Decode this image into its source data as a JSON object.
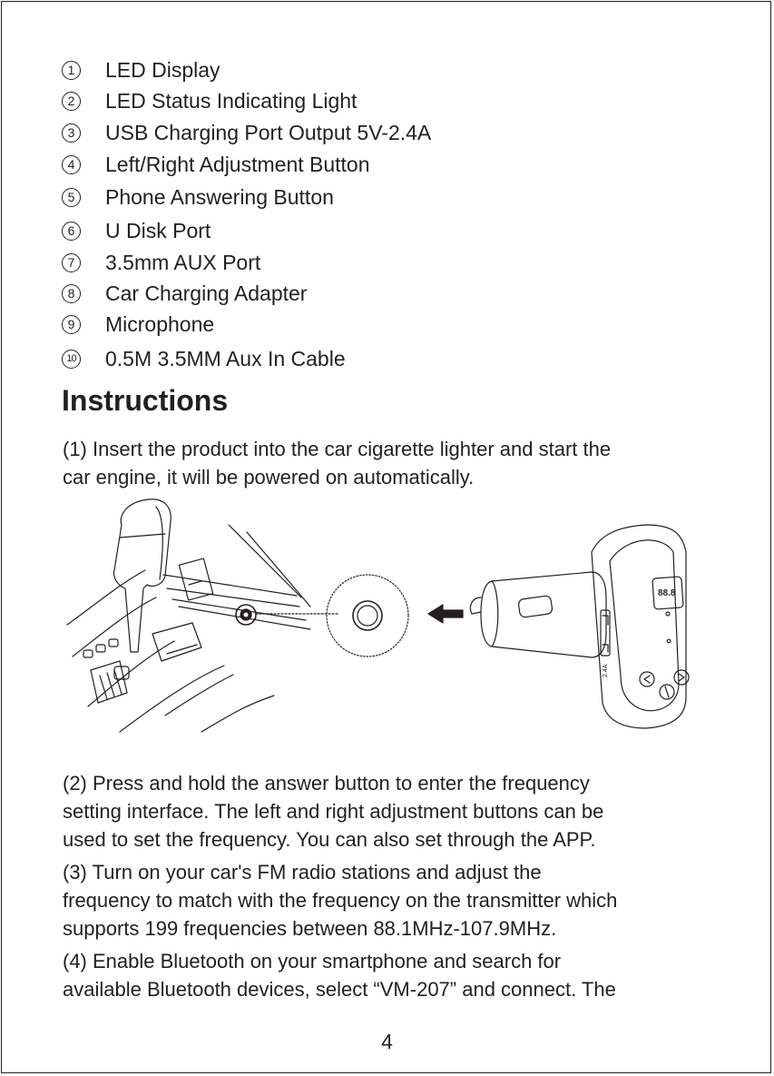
{
  "parts": [
    {
      "num": "1",
      "label": "LED Display"
    },
    {
      "num": "2",
      "label": "LED Status Indicating Light"
    },
    {
      "num": "3",
      "label": "USB Charging Port Output 5V-2.4A"
    },
    {
      "num": "4",
      "label": "Left/Right Adjustment Button"
    },
    {
      "num": "5",
      "label": "Phone Answering Button"
    },
    {
      "num": "6",
      "label": "U Disk Port"
    },
    {
      "num": "7",
      "label": "3.5mm AUX Port"
    },
    {
      "num": "8",
      "label": "Car Charging Adapter"
    },
    {
      "num": "9",
      "label": "Microphone"
    },
    {
      "num": "10",
      "label": "0.5M 3.5MM Aux In Cable"
    }
  ],
  "instructions": {
    "title": "Instructions",
    "steps": [
      {
        "lines": [
          "(1) Insert the product into the car cigarette lighter and start the",
          "car engine, it will be powered on automatically."
        ]
      },
      {
        "lines": [
          "(2) Press and hold the answer button to enter the frequency",
          "setting interface. The left and right adjustment buttons can be",
          "used to set the frequency. You can also set through the APP."
        ]
      },
      {
        "lines": [
          "(3) Turn on your car's FM radio stations and adjust the",
          "frequency to match with the frequency on the transmitter which",
          "supports 199 frequencies between 88.1MHz-107.9MHz."
        ]
      },
      {
        "lines": [
          "(4) Enable Bluetooth on your smartphone and search for",
          "available Bluetooth devices, select “VM-207” and connect. The"
        ]
      }
    ]
  },
  "illustration": {
    "display_digits": "88.8",
    "usb_port_label": "2.4A"
  },
  "page_number": "4"
}
